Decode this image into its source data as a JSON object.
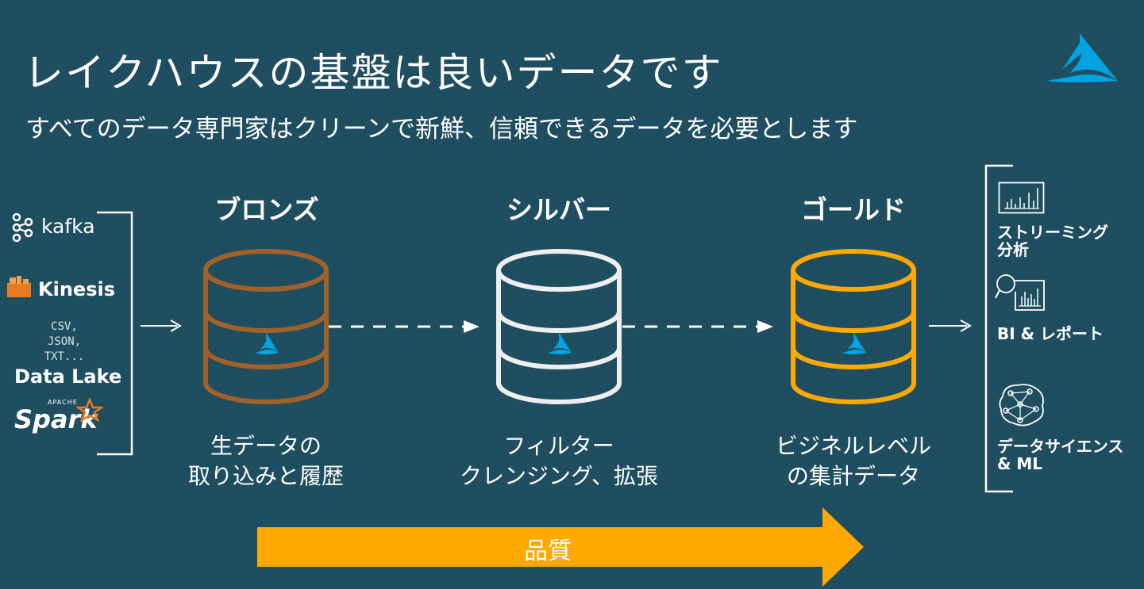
{
  "header": {
    "title": "レイクハウスの基盤は良いデータです",
    "subtitle": "すべてのデータ専門家はクリーンで新鮮、信頼できるデータを必要とします"
  },
  "sources": {
    "kafka": "kafka",
    "kinesis": "Kinesis",
    "formats": [
      "CSV,",
      "JSON,",
      "TXT..."
    ],
    "datalake": "Data Lake",
    "spark": "Spark",
    "apache": "APACHE"
  },
  "stages": [
    {
      "name": "ブロンズ",
      "desc_line1": "生データの",
      "desc_line2": "取り込みと履歴",
      "color": "#a0622a"
    },
    {
      "name": "シルバー",
      "desc_line1": "フィルター",
      "desc_line2": "クレンジング、拡張",
      "color": "#eeeeee"
    },
    {
      "name": "ゴールド",
      "desc_line1": "ビジネルレベル",
      "desc_line2": "の集計データ",
      "color": "#ffa800"
    }
  ],
  "outputs": [
    {
      "label_line1": "ストリーミング",
      "label_line2": "分析",
      "icon": "bar-chart-icon"
    },
    {
      "label_line1": "BI & レポート",
      "label_line2": "",
      "icon": "magnifier-chart-icon"
    },
    {
      "label_line1": "データサイエンス",
      "label_line2": "& ML",
      "icon": "network-brain-icon"
    }
  ],
  "quality": {
    "label": "品質",
    "color": "#ffa800"
  },
  "colors": {
    "background": "#1f4e61",
    "accent": "#00a3e0"
  }
}
